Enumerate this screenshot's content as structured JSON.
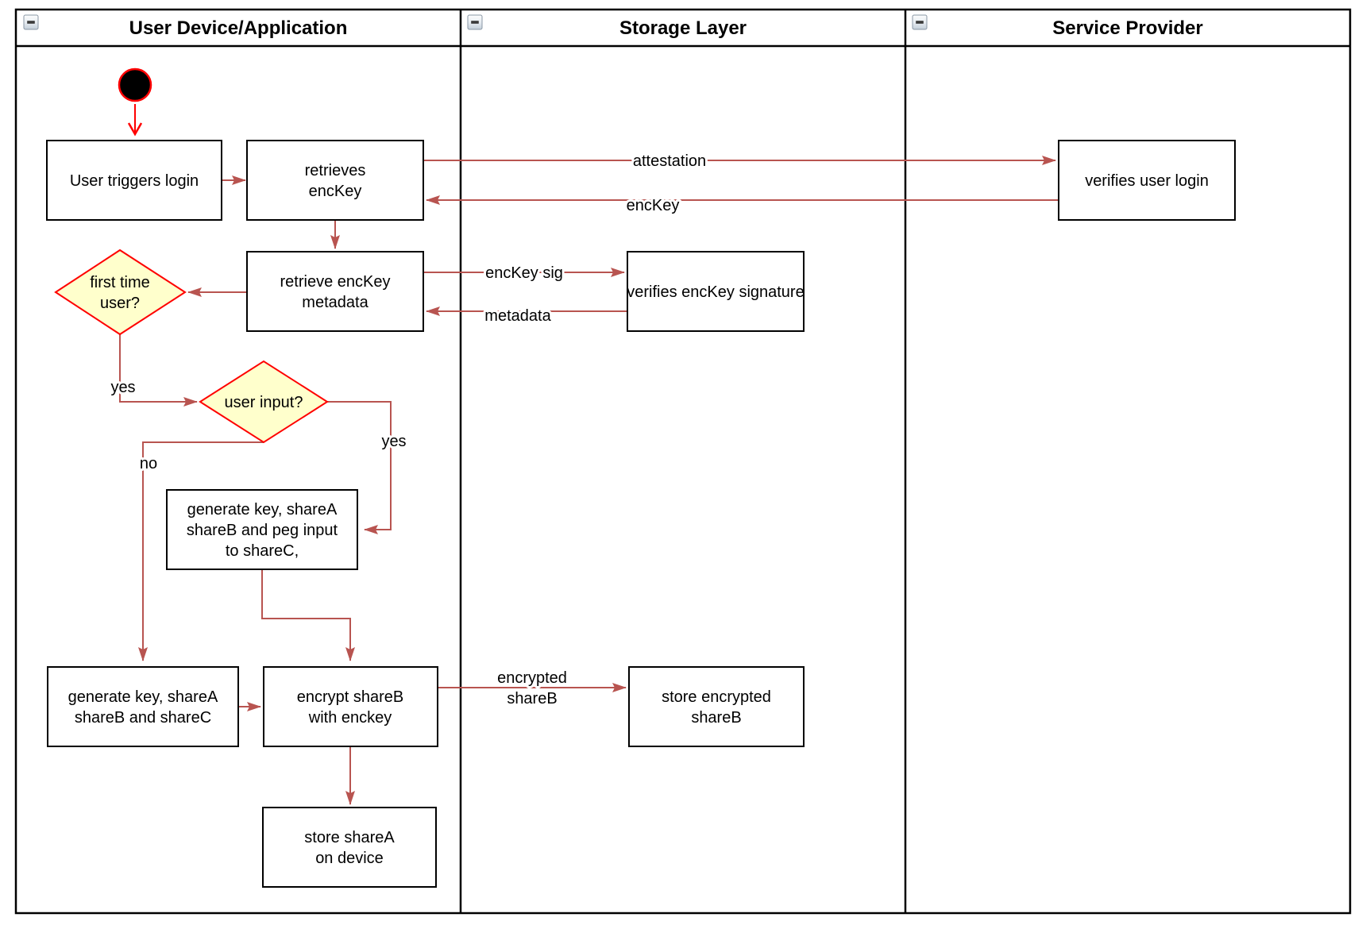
{
  "diagram": {
    "lanes": [
      {
        "title": "User Device/Application"
      },
      {
        "title": "Storage Layer"
      },
      {
        "title": "Service Provider"
      }
    ],
    "nodes": {
      "user_triggers_login": {
        "lines": [
          "User triggers login"
        ]
      },
      "retrieves_enckey": {
        "lines": [
          "retrieves",
          "encKey"
        ]
      },
      "verifies_user_login": {
        "lines": [
          "verifies user login"
        ]
      },
      "retrieve_enckey_metadata": {
        "lines": [
          "retrieve encKey",
          "metadata"
        ]
      },
      "verifies_enckey_signature": {
        "lines": [
          "verifies encKey signature"
        ]
      },
      "first_time_user": {
        "lines": [
          "first time",
          "user?"
        ]
      },
      "user_input": {
        "lines": [
          "user input?"
        ]
      },
      "generate_key_peg_input": {
        "lines": [
          "generate key, shareA",
          "shareB and peg input",
          "to shareC,"
        ]
      },
      "generate_key_shares": {
        "lines": [
          "generate key, shareA",
          "shareB and shareC"
        ]
      },
      "encrypt_shareb": {
        "lines": [
          "encrypt shareB",
          "with enckey"
        ]
      },
      "store_encrypted_shareb": {
        "lines": [
          "store encrypted",
          "shareB"
        ]
      },
      "store_sharea_on_device": {
        "lines": [
          "store shareA",
          "on device"
        ]
      }
    },
    "edge_labels": {
      "attestation": "attestation",
      "enckey": "encKey",
      "enckey_sig": "encKey sig",
      "metadata": "metadata",
      "yes_first_time": "yes",
      "yes_user_input": "yes",
      "no_user_input": "no",
      "encrypted_shareb": [
        "encrypted",
        "shareB"
      ]
    },
    "colors": {
      "edge": "#b85450",
      "start": "#ff0000",
      "decision_fill": "#ffffcc",
      "decision_stroke": "#ff0000",
      "node_stroke": "#000000",
      "background": "#ffffff"
    }
  }
}
